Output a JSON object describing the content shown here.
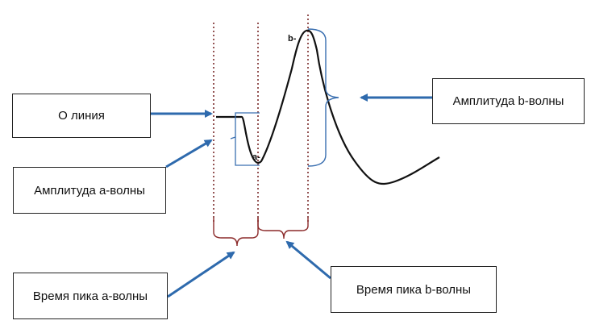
{
  "labels": {
    "baseline": "О линия",
    "a_amplitude": "Амплитуда а-волны",
    "b_amplitude": "Амплитуда b-волны",
    "a_peak_time": "Время пика а-волны",
    "b_peak_time": "Время пика b-волны"
  },
  "peaks": {
    "a": "a-",
    "b": "b-"
  },
  "colors": {
    "arrow": "#2e6aad",
    "bracket": "#3a6fb0",
    "time_bracket": "#8b2a2a",
    "dotted_line": "#7a2a2a",
    "waveform": "#111111",
    "box_border": "#222222"
  }
}
